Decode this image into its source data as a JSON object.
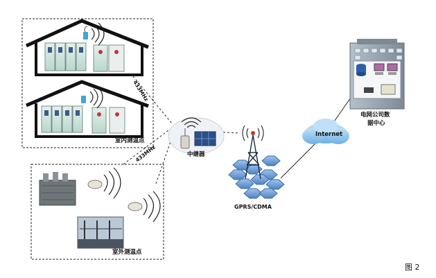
{
  "labels": {
    "indoor_points": "室内测温点",
    "outdoor_points": "室外测温点",
    "repeater": "中继器",
    "network": "GPRS/CDMA",
    "internet": "Internet",
    "data_center_line1": "电网公司数",
    "data_center_line2": "据中心",
    "freq_top": "433MHz",
    "freq_bottom": "433MHz",
    "figure": "图 2"
  },
  "colors": {
    "line": "#222222",
    "cabinet": "#cfe6df",
    "cloud": "#8fc4ea",
    "tower_hex": "#6f9ed3",
    "building": "#8d9aa6"
  }
}
